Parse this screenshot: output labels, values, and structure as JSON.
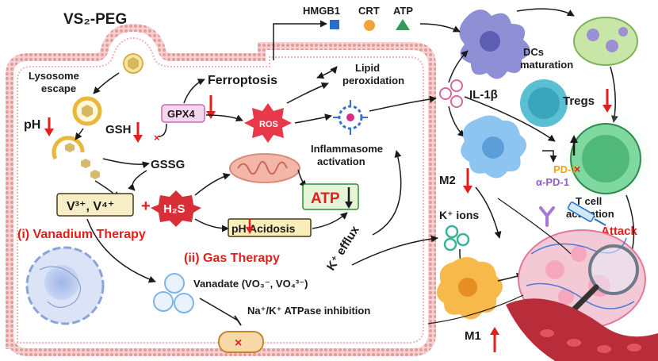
{
  "title": "VS₂-PEG",
  "labels": {
    "lysosome_escape": [
      "Lysosome",
      "escape"
    ],
    "ph": "pH",
    "gsh": "GSH",
    "gssg": "GSSG",
    "gpx4": "GPX4",
    "ferroptosis": "Ferroptosis",
    "ros": "ROS",
    "lipid_peroxidation": [
      "Lipid",
      "peroxidation"
    ],
    "hmgb1": "HMGB1",
    "crt": "CRT",
    "atp_top": "ATP",
    "inflammasome": [
      "Inflammasome",
      "activation"
    ],
    "vanadium_ions": "V³⁺, V⁴⁺",
    "plus": "+",
    "h2s": "H₂S",
    "atp_box": "ATP",
    "ph_acidosis": "pH  Acidosis",
    "vanadium_therapy": "(i) Vanadium Therapy",
    "gas_therapy": "(ii) Gas Therapy",
    "k_efflux": "K⁺ efflux",
    "vanadate": "Vanadate (VO₃⁻, VO₄³⁻)",
    "atpase_inhibition": "Na⁺/K⁺ ATPase inhibition",
    "inhibit_mark": "×",
    "dcs_maturation": [
      "DCs",
      "maturation"
    ],
    "il1b": "IL-1β",
    "tregs": "Tregs",
    "m2": "M2",
    "k_ions": "K⁺ ions",
    "pd1": "PD-1",
    "apd1": "α-PD-1",
    "tcell_activation": [
      "T cell",
      "activation"
    ],
    "attack": "Attack",
    "m1": "M1"
  },
  "colors": {
    "membrane": "#e8a0a0",
    "membrane_inner": "#f2c6c6",
    "accent_red": "#e0201b",
    "vanadium_box": "#f7eec7",
    "ph_box": "#f9edbb",
    "atp_box": "#e6f4d8",
    "gpx4_box": "#f6d6ef",
    "ros": "#e8394a",
    "h2s": "#d72e37",
    "dc_cell": "#8f8fd6",
    "m2_cell": "#8ec5f0",
    "treg_cell": "#5bbfd3",
    "tcell": "#43c27a",
    "m1_cell": "#f7b94a",
    "k_ions": "#37b39a"
  },
  "icons": {
    "hmgb1": "blue-square-icon",
    "crt": "orange-circle-icon",
    "atp": "green-triangle-icon"
  }
}
